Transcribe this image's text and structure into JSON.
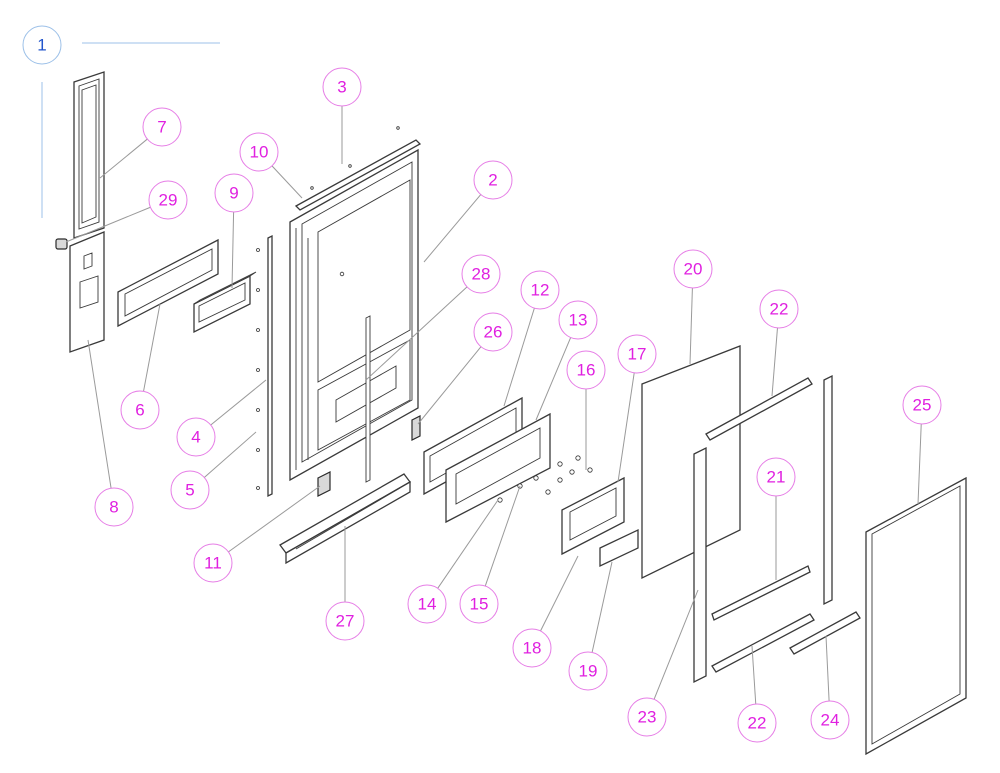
{
  "figure": {
    "title_number": "1",
    "colors": {
      "callout": "#e020e0",
      "callout_stroke": "#e67ee6",
      "title": "#2255cc",
      "title_stroke": "#9cc0e8",
      "line_art": "#3a3a3a"
    }
  },
  "callouts": [
    {
      "id": "7",
      "label": "7"
    },
    {
      "id": "29",
      "label": "29"
    },
    {
      "id": "8",
      "label": "8"
    },
    {
      "id": "9",
      "label": "9"
    },
    {
      "id": "6",
      "label": "6"
    },
    {
      "id": "10",
      "label": "10"
    },
    {
      "id": "3",
      "label": "3"
    },
    {
      "id": "4",
      "label": "4"
    },
    {
      "id": "5",
      "label": "5"
    },
    {
      "id": "11",
      "label": "11"
    },
    {
      "id": "27",
      "label": "27"
    },
    {
      "id": "2",
      "label": "2"
    },
    {
      "id": "28",
      "label": "28"
    },
    {
      "id": "26",
      "label": "26"
    },
    {
      "id": "12",
      "label": "12"
    },
    {
      "id": "13",
      "label": "13"
    },
    {
      "id": "14",
      "label": "14"
    },
    {
      "id": "15",
      "label": "15"
    },
    {
      "id": "16",
      "label": "16"
    },
    {
      "id": "17",
      "label": "17"
    },
    {
      "id": "18",
      "label": "18"
    },
    {
      "id": "19",
      "label": "19"
    },
    {
      "id": "20",
      "label": "20"
    },
    {
      "id": "22a",
      "label": "22"
    },
    {
      "id": "21",
      "label": "21"
    },
    {
      "id": "23",
      "label": "23"
    },
    {
      "id": "22b",
      "label": "22"
    },
    {
      "id": "24",
      "label": "24"
    },
    {
      "id": "25",
      "label": "25"
    }
  ]
}
